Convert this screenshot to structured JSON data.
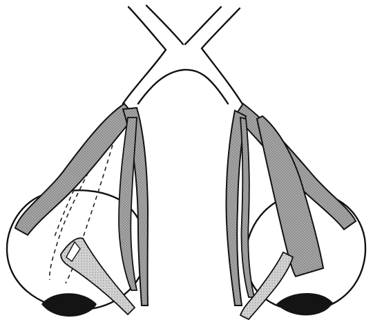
{
  "figure": {
    "colors": {
      "outline": "#111111",
      "muscle_fill": "#9a9a9a",
      "muscle_fill_light": "#c4c4c4",
      "pupil": "#141414",
      "background": "#ffffff"
    },
    "parts": [
      "optic-chiasm",
      "left-eyeball",
      "right-eyeball",
      "extraocular-muscles-left",
      "extraocular-muscles-right"
    ]
  }
}
